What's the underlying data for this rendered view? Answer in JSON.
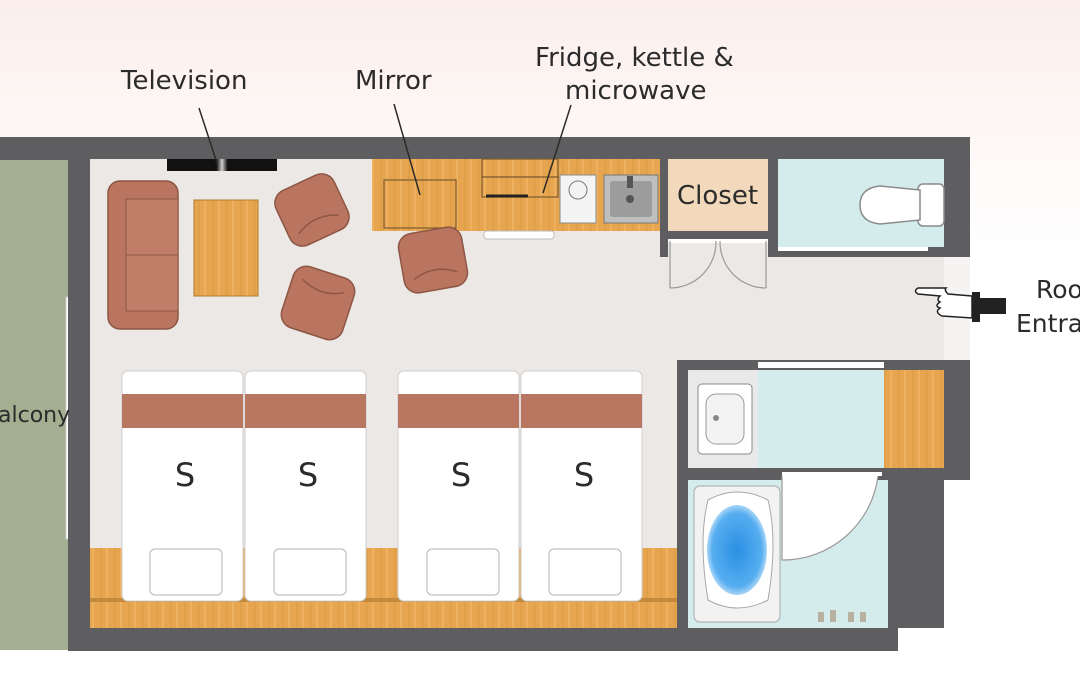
{
  "labels": {
    "television": "Television",
    "mirror": "Mirror",
    "fridge_line1": "Fridge, kettle &",
    "fridge_line2": "microwave",
    "closet": "Closet",
    "balcony": "alcony",
    "entrance_line1": "Roo",
    "entrance_line2": "Entra"
  },
  "beds": [
    "S",
    "S",
    "S",
    "S"
  ],
  "colors": {
    "wall": "#5e5e60",
    "floor": "#ebe8e6",
    "wood": "#e8a850",
    "sofa": "#b97560",
    "balcony": "#a4ae90",
    "tile": "#d4ecec",
    "bed_band": "#b97660"
  },
  "icons": [
    "pointing-hand-icon",
    "toilet-icon",
    "bathtub-icon",
    "sink-icon"
  ]
}
